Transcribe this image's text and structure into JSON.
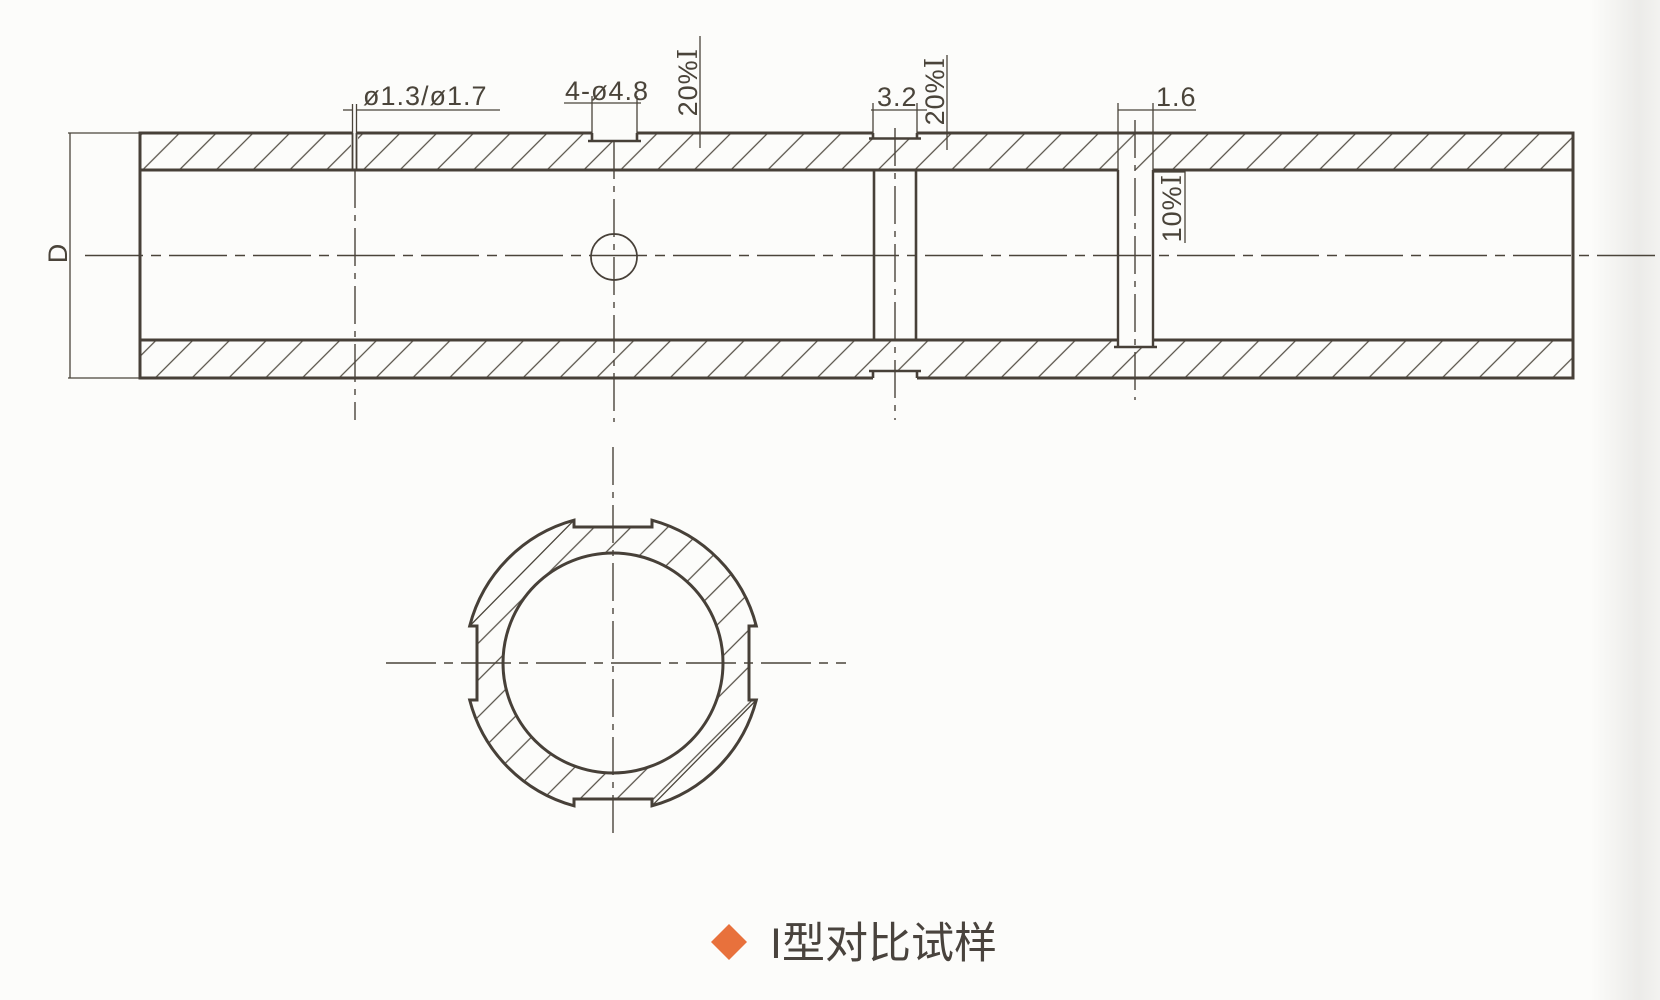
{
  "labels": {
    "diameter": "D",
    "through_hole": "ø1.3/ø1.7",
    "flat_bottom_holes": "4-ø4.8",
    "outer_groove_width": "3.2",
    "inner_groove_width": "1.6",
    "depth20_value": "20%",
    "depth20_ref": "I",
    "depth10_value": "10%",
    "depth10_ref": "I"
  },
  "caption": {
    "marker_color": "#e8713c",
    "title": "I型对比试样"
  },
  "colors": {
    "line": "#474038",
    "background": "#fcfcfa"
  }
}
